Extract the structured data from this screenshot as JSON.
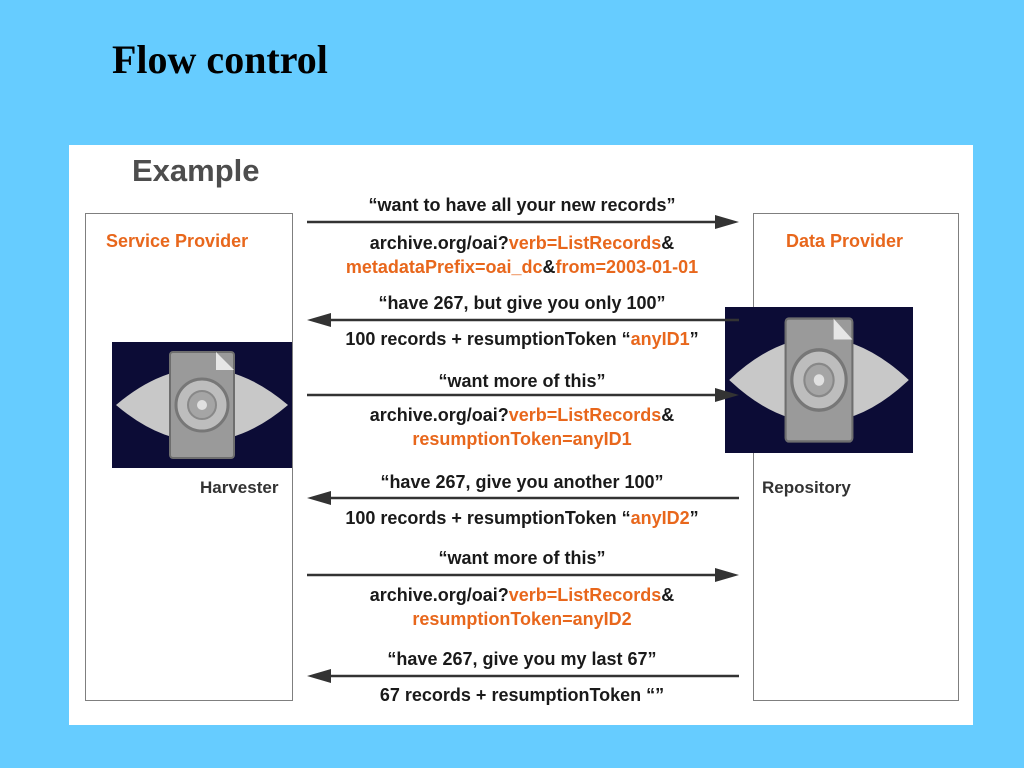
{
  "slide": {
    "title": "Flow control"
  },
  "diagram": {
    "heading": "Example",
    "service_provider": {
      "label": "Service Provider",
      "role": "Harvester",
      "icon": "eye-document-icon"
    },
    "data_provider": {
      "label": "Data Provider",
      "role": "Repository",
      "icon": "eye-document-icon"
    },
    "colors": {
      "background": "#66ccff",
      "highlight": "#e8671c",
      "text": "#1a1a1a",
      "icon_bg": "#0c0c36"
    },
    "exchanges": [
      {
        "direction": "right",
        "quote": "“want to have all your new records”",
        "line1": {
          "a": "archive.org/oai?",
          "b": "verb=ListRecords",
          "c": "&"
        },
        "line2": {
          "a": "metadataPrefix=oai_dc",
          "b": "&",
          "c": "from=2003-01-01"
        }
      },
      {
        "direction": "left",
        "quote": "“have 267, but give you only 100”",
        "line1": {
          "a": "100 records + resumptionToken “",
          "b": "anyID1",
          "c": "”"
        }
      },
      {
        "direction": "right",
        "quote": "“want more of this”",
        "line1": {
          "a": "archive.org/oai?",
          "b": "verb=ListRecords",
          "c": "&"
        },
        "line2": {
          "a": "resumptionToken=anyID1"
        }
      },
      {
        "direction": "left",
        "quote": "“have 267, give you another 100”",
        "line1": {
          "a": "100 records + resumptionToken “",
          "b": "anyID2",
          "c": "”"
        }
      },
      {
        "direction": "right",
        "quote": "“want more of this”",
        "line1": {
          "a": "archive.org/oai?",
          "b": "verb=ListRecords",
          "c": "&"
        },
        "line2": {
          "a": "resumptionToken=anyID2"
        }
      },
      {
        "direction": "left",
        "quote": "“have 267, give you my last 67”",
        "line1": {
          "a": "67 records + resumptionToken “”"
        }
      }
    ]
  }
}
